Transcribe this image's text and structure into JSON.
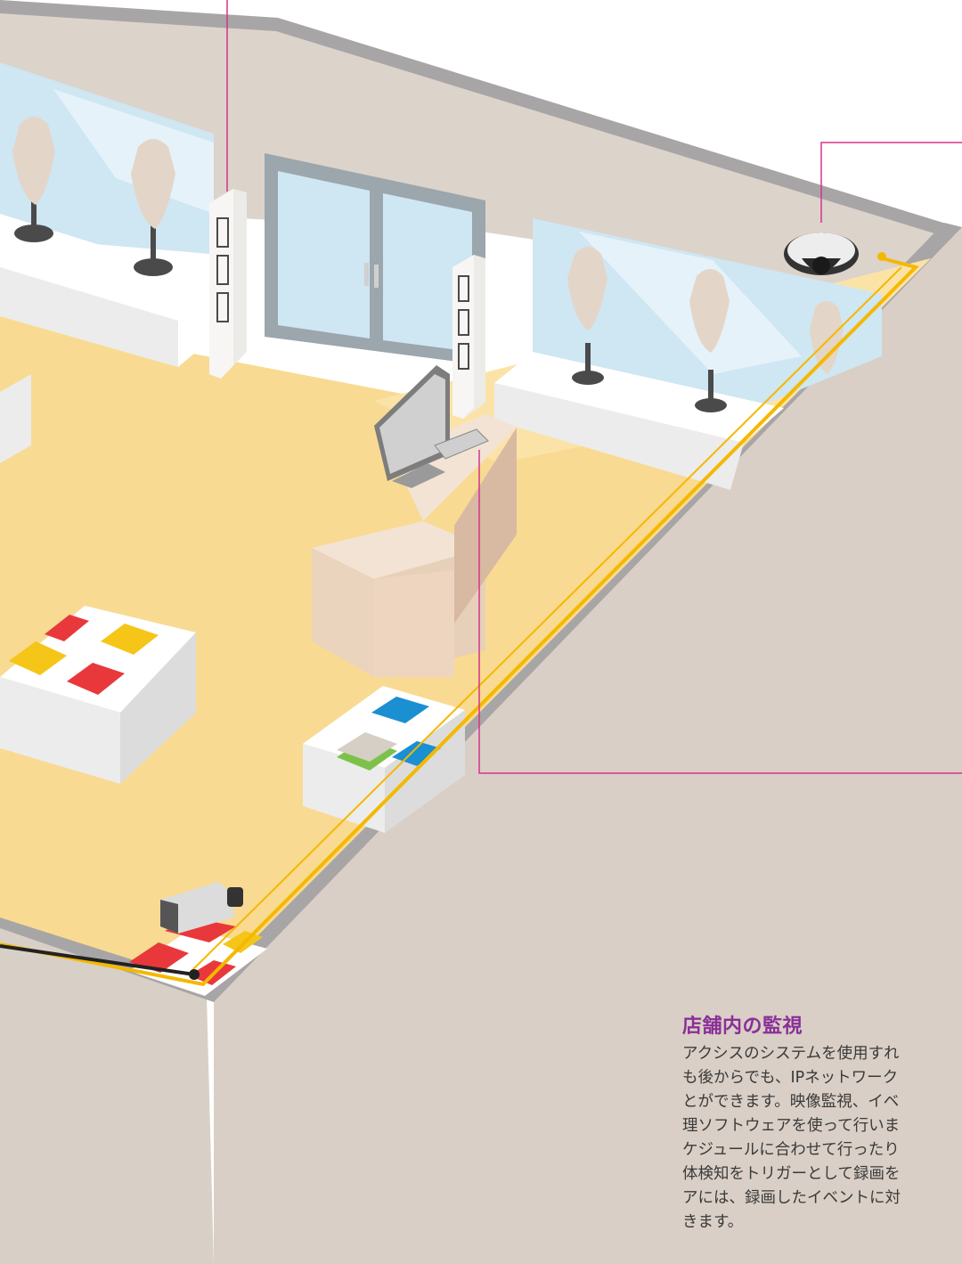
{
  "caption": {
    "title": "店舗内の監視",
    "body_lines": [
      "アクシスのシステムを使用すれ",
      "も後からでも、IPネットワーク",
      "とができます。映像監視、イベ",
      "理ソフトウェアを使って行いま",
      "ケジュールに合わせて行ったり",
      "体検知をトリガーとして録画を",
      "アには、録画したイベントに対",
      "きます。"
    ]
  },
  "colors": {
    "wall_top": "#a8a5a6",
    "wall_face": "#dcd3cb",
    "floor": "#f8da92",
    "cable": "#f5b800",
    "callout_line": "#d6338a",
    "title_accent": "#8a2f98",
    "window_glass": "#cfe6f3",
    "mannequin": "#e3d6c8",
    "counter": "#efd7c2",
    "red_item": "#e8383c",
    "yellow_item": "#f5c518",
    "blue_item": "#1a8fd2",
    "green_item": "#7cc24a"
  }
}
